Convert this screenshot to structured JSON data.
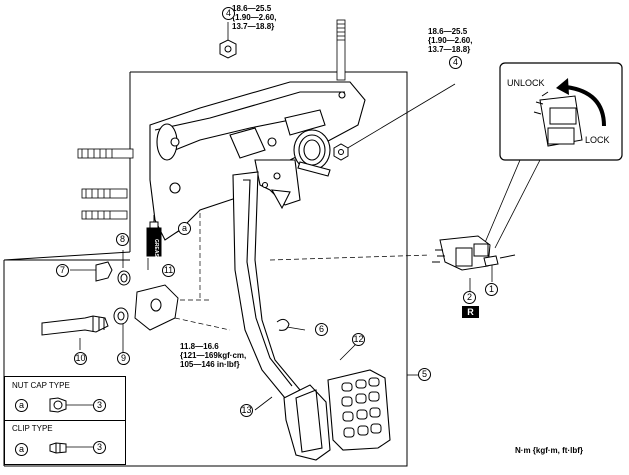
{
  "torques": {
    "top": "18.6—25.5\n{1.90—2.60,\n13.7—18.8}",
    "right": "18.6—25.5\n{1.90—2.60,\n13.7—18.8}",
    "pivot": "11.8—16.6\n{121—169kgf·cm,\n105—146 in·lbf}"
  },
  "lock_inset": {
    "unlock_label": "UNLOCK",
    "lock_label": "LOCK"
  },
  "nut_cap": {
    "title": "NUT CAP TYPE",
    "a": "a",
    "num": "3"
  },
  "clip": {
    "title": "CLIP TYPE",
    "a": "a",
    "num": "3"
  },
  "units": "N·m {kgf·m, ft·lbf}",
  "grease": "GREASE",
  "r_badge": "R",
  "callouts": {
    "c1": "1",
    "c2": "2",
    "c3": "3",
    "c4a": "4",
    "c4b": "4",
    "c5": "5",
    "c6": "6",
    "c7": "7",
    "c8": "8",
    "c9": "9",
    "c10": "10",
    "c11": "11",
    "c12": "12",
    "c13": "13",
    "ca": "a"
  }
}
